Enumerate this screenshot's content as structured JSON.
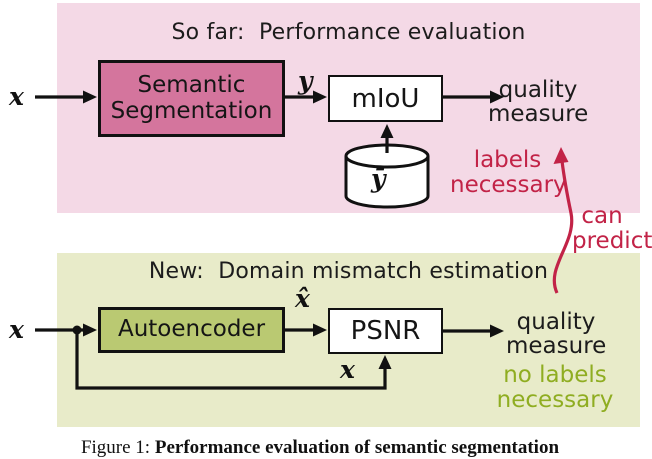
{
  "figure": {
    "top_panel": {
      "title": "So far:  Performance evaluation",
      "input_label": "x",
      "block_line1": "Semantic",
      "block_line2": "Segmentation",
      "block_output_label": "y",
      "metric_label": "mIoU",
      "output_line1": "quality",
      "output_line2": "measure",
      "database_label": "ȳ",
      "annotation_line1": "labels",
      "annotation_line2": "necessary"
    },
    "bottom_panel": {
      "title": "New:  Domain mismatch estimation",
      "input_label": "x",
      "block_label": "Autoencoder",
      "block_output_label": "x̂",
      "metric_label": "PSNR",
      "metric_second_input_label": "x",
      "output_line1": "quality",
      "output_line2": "measure",
      "annotation_line1": "no labels",
      "annotation_line2": "necessary"
    },
    "connector_note": {
      "line1": "can",
      "line2": "predict"
    },
    "caption_prefix": "Figure 1: ",
    "caption_bold": "Performance evaluation of semantic segmentation",
    "colors": {
      "panel_pink": "#f4d9e6",
      "panel_green": "#e8ebc9",
      "block_pink": "#d4759d",
      "block_green": "#bac972",
      "accent_red": "#c22347",
      "accent_green": "#8fad21",
      "line_black": "#111111"
    }
  }
}
